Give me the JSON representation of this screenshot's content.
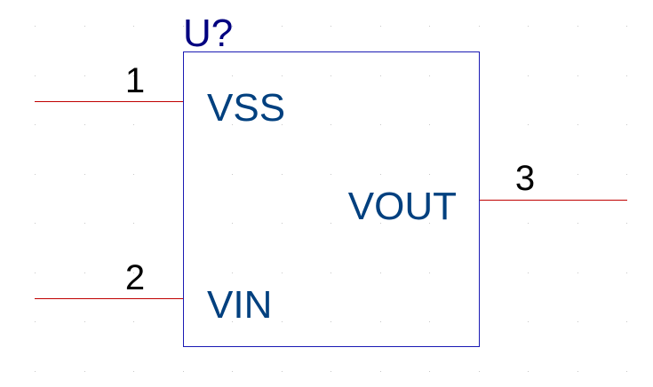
{
  "component": {
    "designator": "U?",
    "pins": [
      {
        "number": "1",
        "name": "VSS"
      },
      {
        "number": "2",
        "name": "VIN"
      },
      {
        "number": "3",
        "name": "VOUT"
      }
    ]
  },
  "colors": {
    "background": "#ffffff",
    "body_outline": "#1a1ab4",
    "designator_text": "#000080",
    "pin_name_text": "#00407f",
    "pin_number_text": "#000000",
    "pin_wire": "#c00000",
    "grid_dot": "#c8c8c8"
  }
}
